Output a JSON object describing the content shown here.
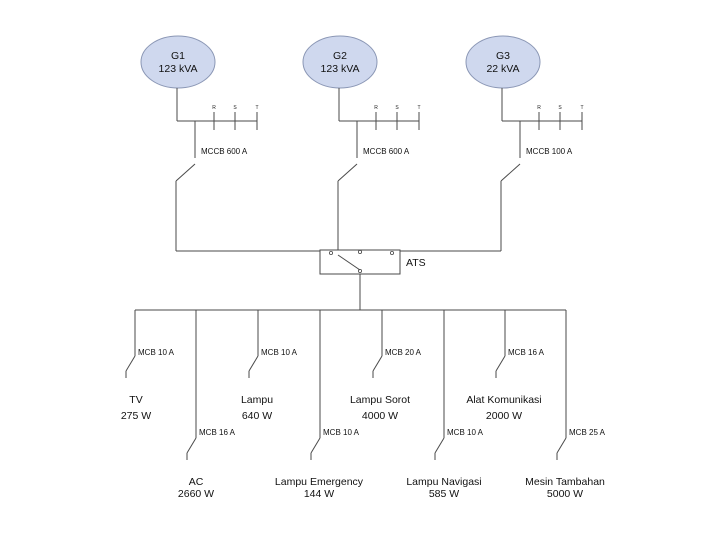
{
  "generators": [
    {
      "id": "G1",
      "rating": "123 kVA",
      "breaker": "MCCB 600 A"
    },
    {
      "id": "G2",
      "rating": "123 kVA",
      "breaker": "MCCB 600 A"
    },
    {
      "id": "G3",
      "rating": "22 kVA",
      "breaker": "MCCB 100 A"
    }
  ],
  "phases": [
    "R",
    "S",
    "T"
  ],
  "ats_label": "ATS",
  "loads_upper": [
    {
      "breaker": "MCB 10 A",
      "name": "TV",
      "power": "275 W"
    },
    {
      "breaker": "MCB 10 A",
      "name": "Lampu",
      "power": "640 W"
    },
    {
      "breaker": "MCB 20 A",
      "name": "Lampu Sorot",
      "power": "4000 W"
    },
    {
      "breaker": "MCB 16 A",
      "name": "Alat Komunikasi",
      "power": "2000 W"
    }
  ],
  "loads_lower": [
    {
      "breaker": "MCB 16 A",
      "name": "AC",
      "power": "2660 W"
    },
    {
      "breaker": "MCB 10 A",
      "name": "Lampu Emergency",
      "power": "144 W"
    },
    {
      "breaker": "MCB 10 A",
      "name": "Lampu Navigasi",
      "power": "585 W"
    },
    {
      "breaker": "MCB 25 A",
      "name": "Mesin Tambahan",
      "power": "5000 W"
    }
  ],
  "colors": {
    "generator_fill": "#cfd8ee",
    "generator_stroke": "#8b97b5",
    "wire": "#4a4a4a"
  }
}
